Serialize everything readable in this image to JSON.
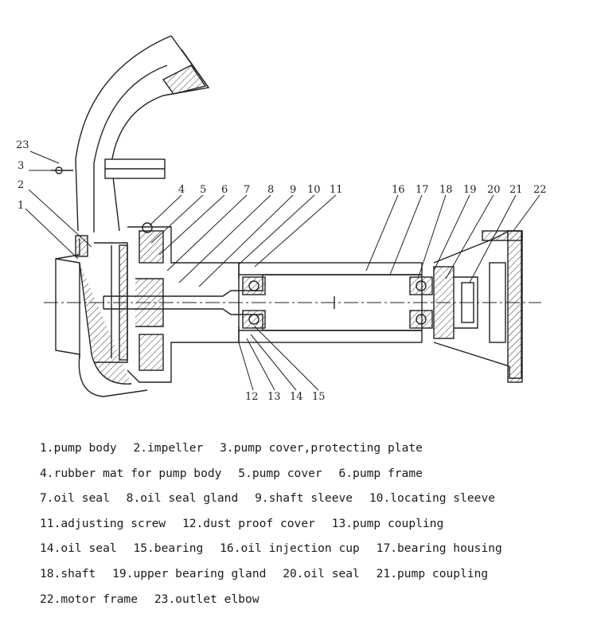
{
  "callouts": [
    "23",
    "3",
    "2",
    "1",
    "4",
    "5",
    "6",
    "7",
    "8",
    "9",
    "10",
    "11",
    "16",
    "17",
    "18",
    "19",
    "20",
    "21",
    "22",
    "12",
    "13",
    "14",
    "15"
  ],
  "legend": [
    [
      "1.pump body",
      "2.impeller",
      "3.pump cover,protecting plate"
    ],
    [
      "4.rubber mat for pump body",
      "5.pump cover",
      "6.pump frame"
    ],
    [
      "7.oil seal",
      "8.oil seal gland",
      "9.shaft sleeve",
      "10.locating sleeve"
    ],
    [
      "11.adjusting screw",
      "12.dust proof cover",
      "13.pump coupling"
    ],
    [
      "14.oil seal",
      "15.bearing",
      "16.oil injection cup",
      "17.bearing housing"
    ],
    [
      "18.shaft",
      "19.upper bearing gland",
      "20.oil seal",
      "21.pump coupling"
    ],
    [
      "22.motor frame",
      "23.outlet elbow"
    ]
  ]
}
